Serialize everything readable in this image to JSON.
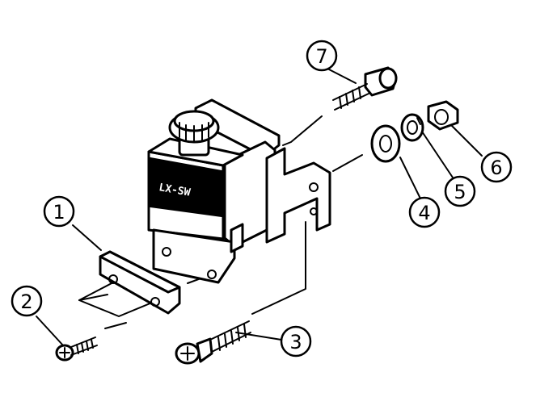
{
  "callouts": [
    {
      "number": "1"
    },
    {
      "number": "2"
    },
    {
      "number": "3"
    },
    {
      "number": "4"
    },
    {
      "number": "5"
    },
    {
      "number": "6"
    },
    {
      "number": "7"
    }
  ],
  "part_labels": {
    "front_plate": "LX-SW"
  }
}
